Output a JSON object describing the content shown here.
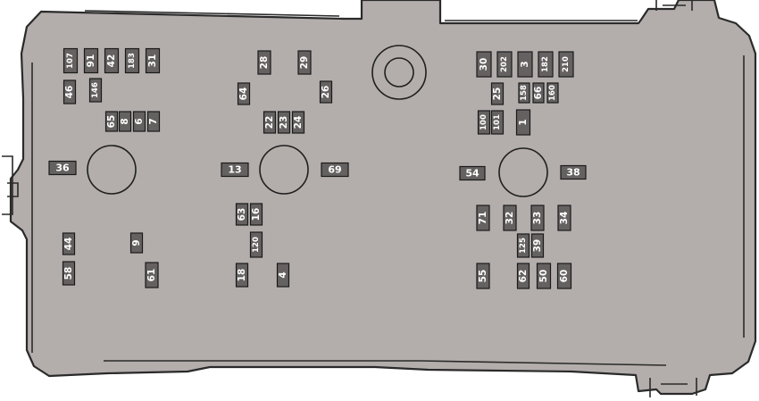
{
  "fuses": [
    {
      "label": "107",
      "v": true
    },
    {
      "label": "91",
      "v": true
    },
    {
      "label": "42",
      "v": true
    },
    {
      "label": "183",
      "v": true
    },
    {
      "label": "31",
      "v": true
    },
    {
      "label": "46",
      "v": true
    },
    {
      "label": "146",
      "v": true
    },
    {
      "label": "65",
      "v": true
    },
    {
      "label": "8",
      "v": true
    },
    {
      "label": "6",
      "v": true
    },
    {
      "label": "7",
      "v": true
    },
    {
      "label": "36",
      "v": false
    },
    {
      "label": "44",
      "v": true
    },
    {
      "label": "58",
      "v": true
    },
    {
      "label": "9",
      "v": true
    },
    {
      "label": "61",
      "v": true
    },
    {
      "label": "28",
      "v": true
    },
    {
      "label": "29",
      "v": true
    },
    {
      "label": "64",
      "v": true
    },
    {
      "label": "26",
      "v": true
    },
    {
      "label": "22",
      "v": true
    },
    {
      "label": "23",
      "v": true
    },
    {
      "label": "24",
      "v": true
    },
    {
      "label": "13",
      "v": false
    },
    {
      "label": "69",
      "v": false
    },
    {
      "label": "63",
      "v": true
    },
    {
      "label": "16",
      "v": true
    },
    {
      "label": "120",
      "v": true
    },
    {
      "label": "18",
      "v": true
    },
    {
      "label": "4",
      "v": true
    },
    {
      "label": "30",
      "v": true
    },
    {
      "label": "202",
      "v": true
    },
    {
      "label": "3",
      "v": true
    },
    {
      "label": "182",
      "v": true
    },
    {
      "label": "210",
      "v": true
    },
    {
      "label": "25",
      "v": true
    },
    {
      "label": "158",
      "v": true
    },
    {
      "label": "66",
      "v": true
    },
    {
      "label": "160",
      "v": true
    },
    {
      "label": "100",
      "v": true
    },
    {
      "label": "101",
      "v": true
    },
    {
      "label": "1",
      "v": true
    },
    {
      "label": "54",
      "v": false
    },
    {
      "label": "38",
      "v": false
    },
    {
      "label": "71",
      "v": true
    },
    {
      "label": "32",
      "v": true
    },
    {
      "label": "33",
      "v": true
    },
    {
      "label": "34",
      "v": true
    },
    {
      "label": "125",
      "v": true
    },
    {
      "label": "39",
      "v": true
    },
    {
      "label": "55",
      "v": true
    },
    {
      "label": "62",
      "v": true
    },
    {
      "label": "50",
      "v": true
    },
    {
      "label": "60",
      "v": true
    }
  ]
}
